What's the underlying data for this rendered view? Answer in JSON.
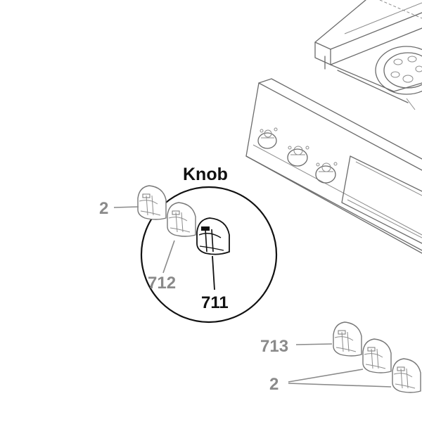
{
  "diagram": {
    "title": "Knob",
    "callouts": {
      "part_2_left": "2",
      "part_712": "712",
      "part_711": "711",
      "part_713": "713",
      "part_2_bottom": "2"
    },
    "colors": {
      "highlight": "#111111",
      "secondary": "#8a8a8a",
      "line_art": "#6b6b6b"
    }
  }
}
